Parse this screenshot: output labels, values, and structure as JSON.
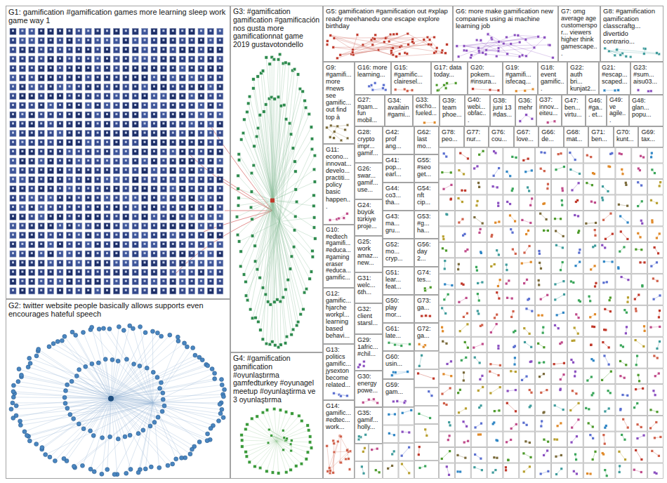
{
  "diagram": {
    "nodes": [
      {
        "text": [
          "G1: gamification #gamification games more learning sleep work game way 1"
        ]
      },
      {
        "text": [
          "G2: twitter website people basically allows supports even encourages hateful speech"
        ]
      },
      {
        "text": [
          "G3: #gamification gamification #gamificación nos gusta more gamificationnat game 2019 gustavotondello"
        ]
      },
      {
        "text": [
          "G4: #gamification gamification #oyunlaştırma gamfedturkey #oyunagel meetup #oyunlaştirma ve 3 oyunlaştırma"
        ]
      },
      {
        "text": [
          "G5: gamification #gamification out #xplap ready meehanedu one escape explore birthday"
        ]
      },
      {
        "text": [
          "G6: more make gamification new companies using ai machine learning job"
        ]
      },
      {
        "text": [
          "G7: omg average age customerspor... viewers higher think gamescape..."
        ]
      },
      {
        "text": [
          "G8: #gamification gamification classcraftg... divertido contrario..."
        ]
      },
      {
        "text": [
          "G9: #gamifi... more #news see gamific... out find top à"
        ]
      },
      {
        "text": [
          "G16: more learning..."
        ]
      },
      {
        "text": [
          "G15: #gamific... clairesel..."
        ]
      },
      {
        "text": [
          "G17: data today..."
        ]
      },
      {
        "text": [
          "G20: pokem... #insura..."
        ]
      },
      {
        "text": [
          "G19: #gamifi... isfecaq..."
        ]
      },
      {
        "text": [
          "G18: event gamific..."
        ]
      },
      {
        "text": [
          "G22: auth bri... kunjat2..."
        ]
      },
      {
        "text": [
          "G21: #escap... scaped..."
        ]
      },
      {
        "text": [
          "G23: #sum... aisu03..."
        ]
      },
      {
        "text": [
          "G11: econo... innovat... develo... practiti... policy basic happen..."
        ]
      },
      {
        "text": [
          "G10: #edtech #gamifi... #educa... #gaming eraser #educa... gamific..."
        ]
      },
      {
        "text": [
          "G12: gamific... hjarche workpl... learning based behavi..."
        ]
      },
      {
        "text": [
          "G13: politics gamific... jysexton become related..."
        ]
      },
      {
        "text": [
          "G14: gamific... #edtec... work..."
        ]
      },
      {
        "text": [
          "G27: #gam... fun mobil..."
        ]
      },
      {
        "text": [
          "G34: availain #gami..."
        ]
      },
      {
        "text": [
          "G33: escho... fueled..."
        ]
      },
      {
        "text": [
          "G39: team phoe..."
        ]
      },
      {
        "text": [
          "G40: webi... obfac..."
        ]
      },
      {
        "text": [
          "G38: juni 13 #das..."
        ]
      },
      {
        "text": [
          "G36: mehr"
        ]
      },
      {
        "text": [
          "G37: innov... eiteu..."
        ]
      },
      {
        "text": [
          "G47: ben... virtu..."
        ]
      },
      {
        "text": [
          "G46: #ga... et..."
        ]
      },
      {
        "text": [
          "G49: ve agile..."
        ]
      },
      {
        "text": [
          "G48: glan... popu..."
        ]
      },
      {
        "text": [
          "G28: crypto impr... gamif..."
        ]
      },
      {
        "text": [
          "G26: swar... gamif... use..."
        ]
      },
      {
        "text": [
          "G24: büyük türkiye proje..."
        ]
      },
      {
        "text": [
          "G25: work amaz... new..."
        ]
      },
      {
        "text": [
          "G31: welc... 6th..."
        ]
      },
      {
        "text": [
          "G32: client starsl..."
        ]
      },
      {
        "text": [
          "G29: 1afric... #chil..."
        ]
      },
      {
        "text": [
          "G30: energy powe..."
        ]
      },
      {
        "text": [
          "G35: gamif... holly..."
        ]
      },
      {
        "text": [
          "G42: prof ang..."
        ]
      },
      {
        "text": [
          "G41: pop... earl..."
        ]
      },
      {
        "text": [
          "G44: co3... tha..."
        ]
      },
      {
        "text": [
          "G43: ma... gru..."
        ]
      },
      {
        "text": [
          "G52: mo... cryp..."
        ]
      },
      {
        "text": [
          "G51: lear... feat..."
        ]
      },
      {
        "text": [
          "G50: play mor..."
        ]
      },
      {
        "text": [
          "G61: late..."
        ]
      },
      {
        "text": [
          "G60: usin..."
        ]
      },
      {
        "text": [
          "G59: gam..."
        ]
      },
      {
        "text": [
          "G62: last mo..."
        ]
      },
      {
        "text": [
          "G55: #seo get..."
        ]
      },
      {
        "text": [
          "G54: nft cip..."
        ]
      },
      {
        "text": [
          "G53: #g... ha..."
        ]
      },
      {
        "text": [
          "G56: day 2..."
        ]
      },
      {
        "text": [
          "G74: tes..."
        ]
      },
      {
        "text": [
          "G73: ga..."
        ]
      },
      {
        "text": [
          "G72: ga..."
        ]
      },
      {
        "text": [
          "G78: peo..."
        ]
      },
      {
        "text": [
          "G77: nur..."
        ]
      },
      {
        "text": [
          "G76: cou..."
        ]
      },
      {
        "text": [
          "G67: love..."
        ]
      },
      {
        "text": [
          "G66: de..."
        ]
      },
      {
        "text": [
          "G68: mat..."
        ]
      },
      {
        "text": [
          "G71: ben..."
        ]
      },
      {
        "text": [
          "G70: kunt..."
        ]
      },
      {
        "text": [
          "G69: tax..."
        ]
      }
    ]
  }
}
